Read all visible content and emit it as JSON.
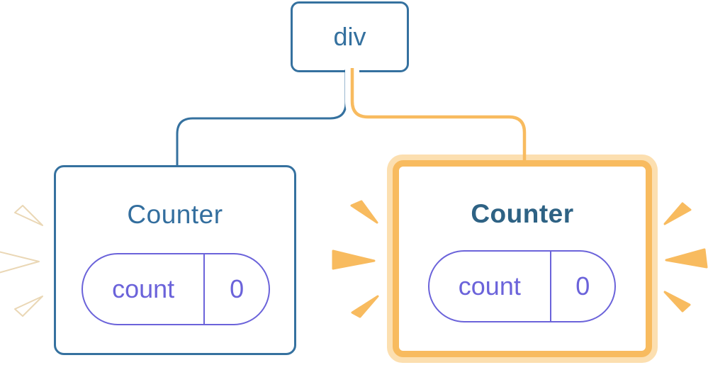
{
  "diagram": {
    "root": {
      "label": "div"
    },
    "children": [
      {
        "title": "Counter",
        "state_key": "count",
        "state_value": "0",
        "highlighted": false
      },
      {
        "title": "Counter",
        "state_key": "count",
        "state_value": "0",
        "highlighted": true
      }
    ]
  },
  "colors": {
    "blue": "#35719F",
    "title_blue": "#336E9E",
    "title_blue_bold": "#2E6284",
    "purple": "#6B63DA",
    "orange": "#F8BB5F",
    "orange_light": "#FCDFB0",
    "spark_white": "#FFFFFF",
    "spark_white_stroke": "#EAD7B5",
    "background": "#FFFFFF"
  }
}
